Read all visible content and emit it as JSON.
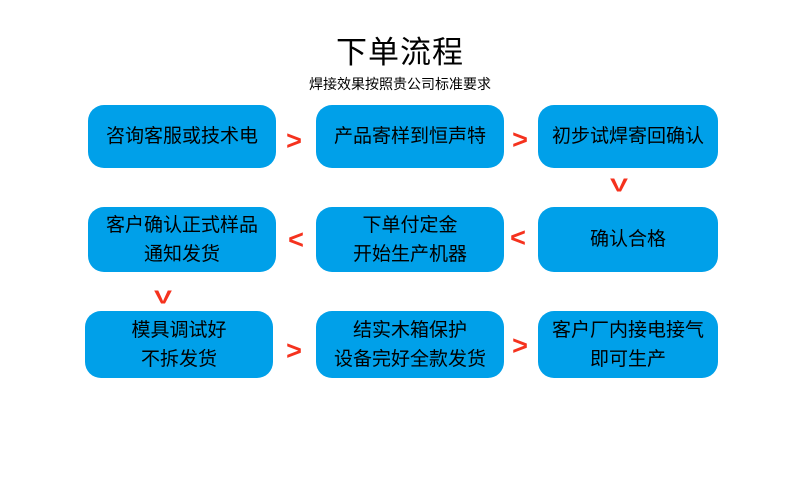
{
  "header": {
    "title": "下单流程",
    "subtitle": "焊接效果按照贵公司标准要求"
  },
  "colors": {
    "background": "#ffffff",
    "box_fill": "#00a0e9",
    "box_text": "#000000",
    "arrow": "#f5321e"
  },
  "steps": [
    {
      "name": "step-1",
      "line1": "咨询客服或技术电"
    },
    {
      "name": "step-2",
      "line1": "产品寄样到恒声特"
    },
    {
      "name": "step-3",
      "line1": "初步试焊寄回确认"
    },
    {
      "name": "step-4",
      "line1": "确认合格"
    },
    {
      "name": "step-5",
      "line1": "下单付定金",
      "line2": "开始生产机器"
    },
    {
      "name": "step-6",
      "line1": "客户确认正式样品",
      "line2": "通知发货"
    },
    {
      "name": "step-7",
      "line1": "模具调试好",
      "line2": "不拆发货"
    },
    {
      "name": "step-8",
      "line1": "结实木箱保护",
      "line2": "设备完好全款发货"
    },
    {
      "name": "step-9",
      "line1": "客户厂内接电接气",
      "line2": "即可生产"
    }
  ],
  "arrows": [
    {
      "glyph": ">",
      "direction": "right"
    },
    {
      "glyph": ">",
      "direction": "right"
    },
    {
      "glyph": "V",
      "direction": "down"
    },
    {
      "glyph": "<",
      "direction": "left"
    },
    {
      "glyph": "<",
      "direction": "left"
    },
    {
      "glyph": "V",
      "direction": "down"
    },
    {
      "glyph": ">",
      "direction": "right"
    },
    {
      "glyph": ">",
      "direction": "right"
    }
  ]
}
